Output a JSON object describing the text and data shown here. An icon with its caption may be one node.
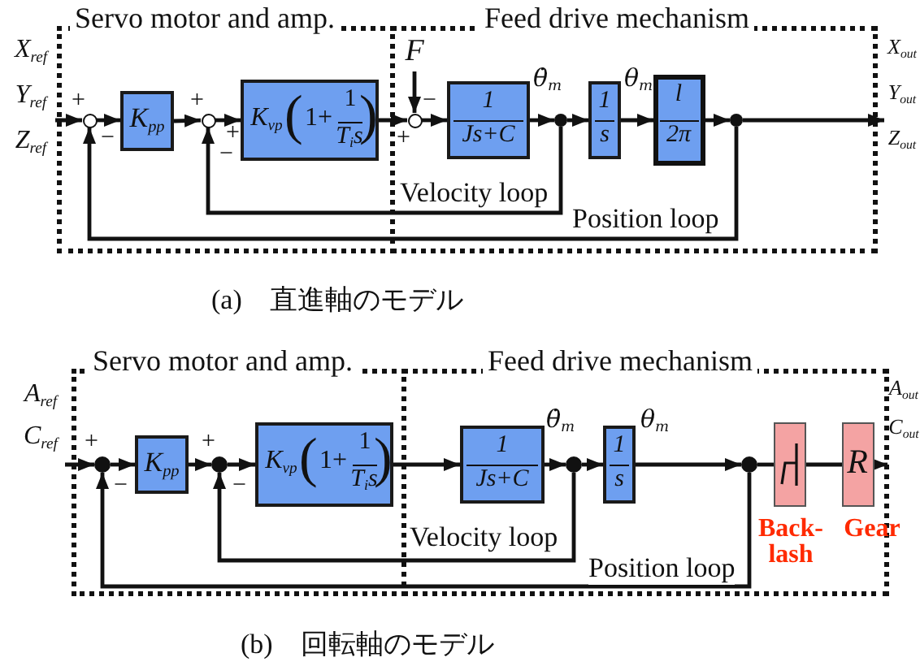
{
  "diagram": {
    "nodes": [
      {
        "text": [
          "Servo motor and amp."
        ]
      },
      {
        "text": [
          "Feed drive mechanism"
        ]
      },
      {
        "text": [
          "X$_{ref}$",
          "Y$_{ref}$",
          "Z$_{ref}$"
        ]
      },
      {
        "text": [],
        "shape": "circle",
        "in": 0,
        "beside": [
          "+",
          "−"
        ]
      },
      {
        "text": [
          "K$_{pp}$"
        ],
        "in": 0
      },
      {
        "text": [],
        "shape": "circle",
        "in": 0,
        "beside": [
          "+",
          "+",
          "−"
        ]
      },
      {
        "text": [
          "K$_{vp}$",
          "(",
          "1+",
          "1",
          "T$_{i}$s",
          ")"
        ],
        "in": 0
      },
      {
        "text": [],
        "shape": "circle",
        "in": 1,
        "beside": [
          "−",
          "+"
        ]
      },
      {
        "text": [
          "F"
        ],
        "in": 1
      },
      {
        "text": [
          "1",
          "Js+C"
        ],
        "in": 1
      },
      {
        "text": [],
        "shape": "dot",
        "in": 1
      },
      {
        "text": [
          "1",
          "s"
        ],
        "in": 1
      },
      {
        "text": [
          "l",
          "2π"
        ],
        "in": 1
      },
      {
        "text": [],
        "shape": "dot",
        "in": 1
      },
      {
        "text": [
          "X$_{out}$",
          "Y$_{out}$",
          "Z$_{out}$"
        ]
      },
      {
        "text": [
          "Servo motor and amp."
        ]
      },
      {
        "text": [
          "Feed drive mechanism"
        ]
      },
      {
        "text": [
          "A$_{ref}$",
          "C$_{ref}$"
        ]
      },
      {
        "text": [],
        "shape": "dot",
        "in": 15,
        "beside": [
          "+",
          "−"
        ]
      },
      {
        "text": [
          "K$_{pp}$"
        ],
        "in": 15
      },
      {
        "text": [],
        "shape": "dot",
        "in": 15,
        "beside": [
          "+",
          "−"
        ]
      },
      {
        "text": [
          "K$_{vp}$",
          "(",
          "1+",
          "1",
          "T$_{i}$s",
          ")"
        ],
        "in": 15
      },
      {
        "text": [
          "1",
          "Js+C"
        ],
        "in": 16
      },
      {
        "text": [],
        "shape": "dot",
        "in": 16
      },
      {
        "text": [
          "1",
          "s"
        ],
        "in": 16
      },
      {
        "text": [],
        "shape": "dot",
        "in": 16
      },
      {
        "text": [],
        "shape": "box",
        "in": 16,
        "beside": [
          "Back- lash"
        ]
      },
      {
        "text": [
          "R"
        ],
        "in": 16,
        "beside": [
          "Gear"
        ]
      },
      {
        "text": [
          "A$_{out}$",
          "C$_{out}$"
        ]
      }
    ],
    "edges": [
      {
        "from": 2,
        "to": 3,
        "arrow": "to"
      },
      {
        "from": 3,
        "to": 4,
        "arrow": "to"
      },
      {
        "from": 4,
        "to": 5,
        "arrow": "to"
      },
      {
        "from": 5,
        "to": 6,
        "arrow": "to"
      },
      {
        "from": 6,
        "to": 7,
        "arrow": "to"
      },
      {
        "from": 8,
        "to": 7,
        "arrow": "to"
      },
      {
        "from": 7,
        "to": 9,
        "arrow": "to"
      },
      {
        "from": 9,
        "to": 10,
        "arrow": "to",
        "label": "θ̇$_{m}$"
      },
      {
        "from": 10,
        "to": 11,
        "arrow": "to"
      },
      {
        "from": 11,
        "to": 12,
        "arrow": "to",
        "label": "θ$_{m}$"
      },
      {
        "from": 12,
        "to": 13,
        "arrow": "to"
      },
      {
        "from": 13,
        "to": 14,
        "arrow": "to"
      },
      {
        "from": 10,
        "to": 5,
        "arrow": "to",
        "label": "Velocity loop"
      },
      {
        "from": 13,
        "to": 3,
        "arrow": "to",
        "label": "Position loop"
      },
      {
        "from": 17,
        "to": 18,
        "arrow": "to"
      },
      {
        "from": 18,
        "to": 19,
        "arrow": "to"
      },
      {
        "from": 19,
        "to": 20,
        "arrow": "to"
      },
      {
        "from": 20,
        "to": 21,
        "arrow": "to"
      },
      {
        "from": 21,
        "to": 22,
        "arrow": "to"
      },
      {
        "from": 22,
        "to": 23,
        "arrow": "to",
        "label": "θ̇$_{m}$"
      },
      {
        "from": 23,
        "to": 24,
        "arrow": "to"
      },
      {
        "from": 24,
        "to": 25,
        "arrow": "to",
        "label": "θ$_{m}$"
      },
      {
        "from": 25,
        "to": 26,
        "arrow": "none"
      },
      {
        "from": 26,
        "to": 27,
        "arrow": "none"
      },
      {
        "from": 27,
        "to": 28,
        "arrow": "to"
      },
      {
        "from": 23,
        "to": 20,
        "arrow": "to",
        "label": "Velocity loop"
      },
      {
        "from": 25,
        "to": 18,
        "arrow": "to",
        "label": "Position loop"
      }
    ],
    "labels": [
      "(a)　直進軸のモデル",
      "(b)　回転軸のモデル"
    ]
  }
}
